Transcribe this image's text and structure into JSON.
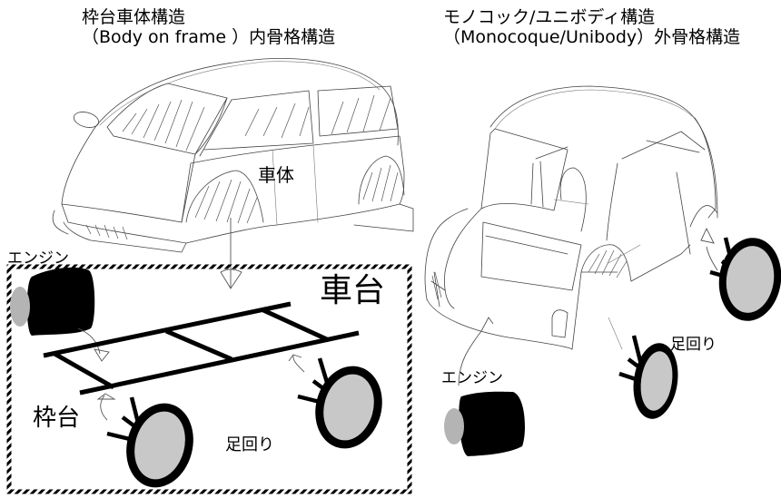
{
  "left": {
    "title_line1": "枠台車体構造",
    "title_line2": "（Body on frame ）内骨格構造",
    "labels": {
      "body": "車体",
      "chassis": "車台",
      "engine": "エンジン",
      "frame": "枠台",
      "suspension": "足回り"
    }
  },
  "right": {
    "title_line1": "モノコック/ユニボディ構造",
    "title_line2": "（Monocoque/Unibody）外骨格構造",
    "labels": {
      "engine": "エンジン",
      "suspension": "足回り"
    }
  },
  "colors": {
    "ink": "#000000",
    "sketch": "#444444",
    "wheel_fill": "#c8c8c8",
    "engine_cap": "#b4b4b4"
  }
}
